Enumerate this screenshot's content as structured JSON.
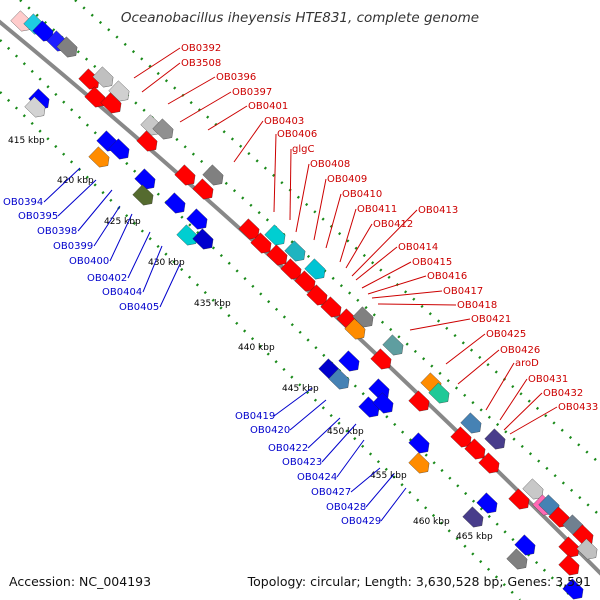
{
  "title": "Oceanobacillus iheyensis HTE831, complete genome",
  "footer": {
    "accession": "Accession: NC_004193",
    "summary": "Topology: circular; Length: 3,630,528 bp; Genes: 3,591"
  },
  "colors": {
    "forward": "#ff0000",
    "reverse": "#0000ff",
    "label_forward": "#cc0000",
    "label_reverse": "#0000cc",
    "backbone": "#888888",
    "tick": "#1a8a1a"
  },
  "scale_labels": [
    "415 kbp",
    "420 kbp",
    "425 kbp",
    "430 kbp",
    "435 kbp",
    "440 kbp",
    "445 kbp",
    "450 kbp",
    "455 kbp",
    "460 kbp",
    "465 kbp"
  ],
  "forward_gene_labels": [
    "OB0392",
    "OB3508",
    "OB0396",
    "OB0397",
    "OB0401",
    "OB0403",
    "OB0406",
    "glgC",
    "OB0408",
    "OB0409",
    "OB0410",
    "OB0411",
    "OB0412",
    "OB0413",
    "OB0414",
    "OB0415",
    "OB0416",
    "OB0417",
    "OB0418",
    "OB0421",
    "OB0425",
    "OB0426",
    "aroD",
    "OB0431",
    "OB0432",
    "OB0433"
  ],
  "reverse_gene_labels": [
    "OB0394",
    "OB0395",
    "OB0398",
    "OB0399",
    "OB0400",
    "OB0402",
    "OB0404",
    "OB0405",
    "OB0419",
    "OB0420",
    "OB0422",
    "OB0423",
    "OB0424",
    "OB0427",
    "OB0428",
    "OB0429"
  ]
}
